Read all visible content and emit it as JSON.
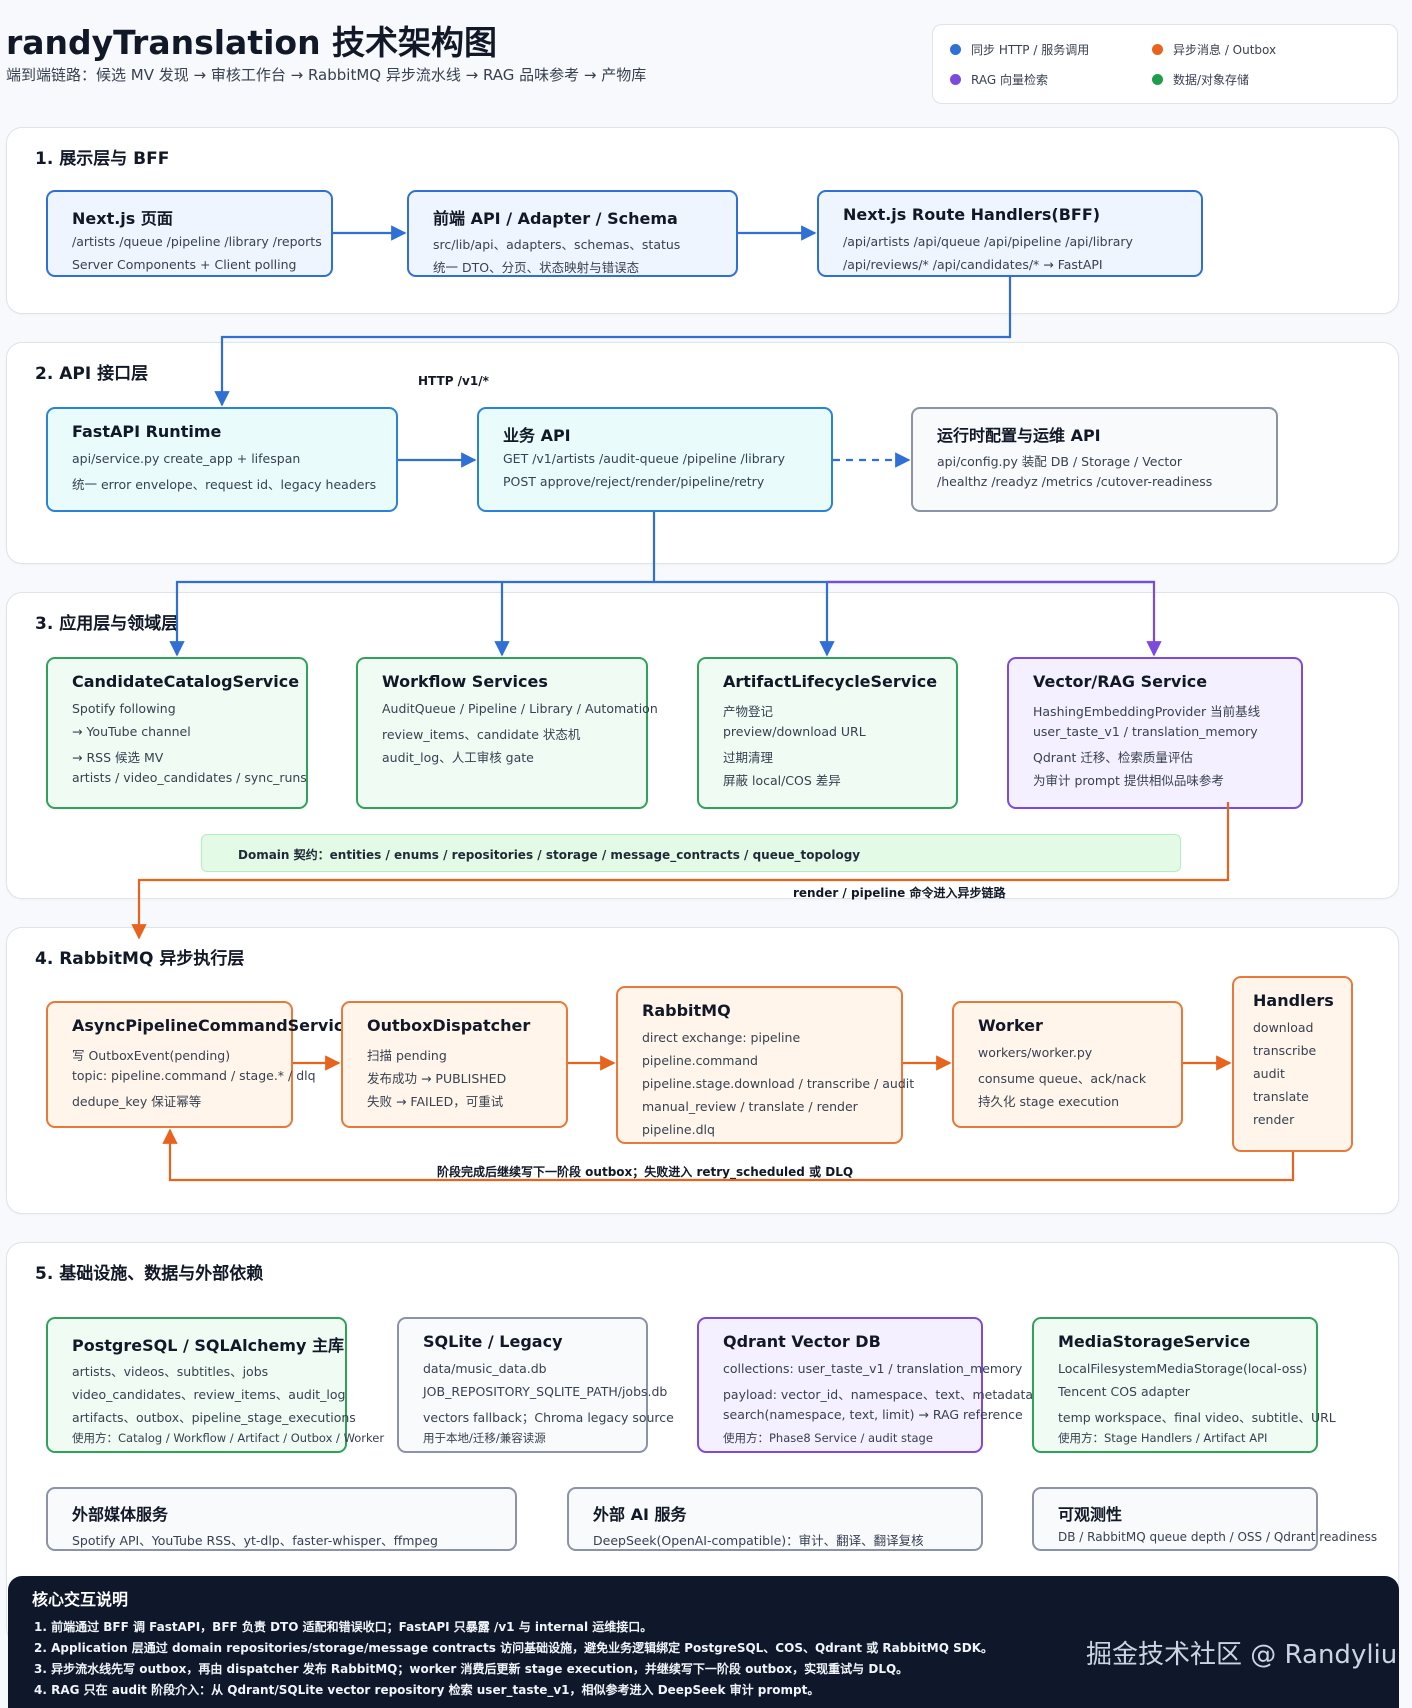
{
  "header": {
    "title": "randyTranslation 技术架构图",
    "subtitle": "端到端链路：候选 MV 发现 → 审核工作台 → RabbitMQ 异步流水线 → RAG 品味参考 → 产物库"
  },
  "legend": {
    "items": [
      {
        "label": "同步 HTTP / 服务调用",
        "color": "#2f6fd6"
      },
      {
        "label": "异步消息 / Outbox",
        "color": "#e8641e"
      },
      {
        "label": "RAG 向量检索",
        "color": "#7d4ae0"
      },
      {
        "label": "数据/对象存储",
        "color": "#1f9d4a"
      }
    ]
  },
  "sections": {
    "s1": {
      "title": "1. 展示层与 BFF",
      "nodes": [
        {
          "title": "Next.js 页面",
          "lines": [
            "/artists /queue /pipeline /library /reports",
            "Server Components + Client polling"
          ]
        },
        {
          "title": "前端 API / Adapter / Schema",
          "lines": [
            "src/lib/api、adapters、schemas、status",
            "统一 DTO、分页、状态映射与错误态"
          ]
        },
        {
          "title": "Next.js Route Handlers(BFF)",
          "lines": [
            "/api/artists /api/queue /api/pipeline /api/library",
            "/api/reviews/* /api/candidates/* → FastAPI"
          ]
        }
      ]
    },
    "s2": {
      "title": "2. API 接口层",
      "http_label": "HTTP /v1/*",
      "nodes": [
        {
          "title": "FastAPI Runtime",
          "lines": [
            "api/service.py create_app + lifespan",
            "统一 error envelope、request id、legacy headers"
          ]
        },
        {
          "title": "业务 API",
          "lines": [
            "GET /v1/artists /audit-queue /pipeline /library",
            "POST approve/reject/render/pipeline/retry"
          ]
        },
        {
          "title": "运行时配置与运维 API",
          "lines": [
            "api/config.py 装配 DB / Storage / Vector",
            "/healthz /readyz /metrics /cutover-readiness"
          ]
        }
      ]
    },
    "s3": {
      "title": "3. 应用层与领域层",
      "nodes": [
        {
          "title": "CandidateCatalogService",
          "lines": [
            "Spotify following",
            "→ YouTube channel",
            "→ RSS 候选 MV",
            "artists / video_candidates / sync_runs"
          ]
        },
        {
          "title": "Workflow Services",
          "lines": [
            "AuditQueue / Pipeline / Library / Automation",
            "review_items、candidate 状态机",
            "audit_log、人工审核 gate"
          ]
        },
        {
          "title": "ArtifactLifecycleService",
          "lines": [
            "产物登记",
            "preview/download URL",
            "过期清理",
            "屏蔽 local/COS 差异"
          ]
        },
        {
          "title": "Vector/RAG Service",
          "lines": [
            "HashingEmbeddingProvider 当前基线",
            "user_taste_v1 / translation_memory",
            "Qdrant 迁移、检索质量评估",
            "为审计 prompt 提供相似品味参考"
          ]
        }
      ],
      "domain_contract": "Domain 契约：entities / enums / repositories / storage / message_contracts / queue_topology",
      "render_label": "render / pipeline 命令进入异步链路"
    },
    "s4": {
      "title": "4. RabbitMQ 异步执行层",
      "nodes": [
        {
          "title": "AsyncPipelineCommandService",
          "lines": [
            "写 OutboxEvent(pending)",
            "topic: pipeline.command / stage.* / dlq",
            "dedupe_key 保证幂等"
          ]
        },
        {
          "title": "OutboxDispatcher",
          "lines": [
            "扫描 pending",
            "发布成功 → PUBLISHED",
            "失败 → FAILED，可重试"
          ]
        },
        {
          "title": "RabbitMQ",
          "lines": [
            "direct exchange: pipeline",
            "pipeline.command",
            "pipeline.stage.download / transcribe / audit",
            "manual_review / translate / render",
            "pipeline.dlq"
          ]
        },
        {
          "title": "Worker",
          "lines": [
            "workers/worker.py",
            "consume queue、ack/nack",
            "持久化 stage execution"
          ]
        },
        {
          "title": "Handlers",
          "lines": [
            "download",
            "transcribe",
            "audit",
            "translate",
            "render"
          ]
        }
      ],
      "loop_label": "阶段完成后继续写下一阶段 outbox；失败进入 retry_scheduled 或 DLQ"
    },
    "s5": {
      "title": "5. 基础设施、数据与外部依赖",
      "nodes": [
        {
          "title": "PostgreSQL / SQLAlchemy 主库",
          "lines": [
            "artists、videos、subtitles、jobs",
            "video_candidates、review_items、audit_log",
            "artifacts、outbox、pipeline_stage_executions",
            "使用方：Catalog / Workflow / Artifact / Outbox / Worker"
          ]
        },
        {
          "title": "SQLite / Legacy",
          "lines": [
            "data/music_data.db",
            "JOB_REPOSITORY_SQLITE_PATH/jobs.db",
            "vectors fallback；Chroma legacy source",
            "用于本地/迁移/兼容读源"
          ]
        },
        {
          "title": "Qdrant Vector DB",
          "lines": [
            "collections: user_taste_v1 / translation_memory",
            "payload: vector_id、namespace、text、metadata",
            "search(namespace, text, limit) → RAG reference",
            "使用方：Phase8 Service / audit stage"
          ]
        },
        {
          "title": "MediaStorageService",
          "lines": [
            "LocalFilesystemMediaStorage(local-oss)",
            "Tencent COS adapter",
            "temp workspace、final video、subtitle、URL",
            "使用方：Stage Handlers / Artifact API"
          ]
        },
        {
          "title": "外部媒体服务",
          "lines": [
            "Spotify API、YouTube RSS、yt-dlp、faster-whisper、ffmpeg"
          ]
        },
        {
          "title": "外部 AI 服务",
          "lines": [
            "DeepSeek(OpenAI-compatible)：审计、翻译、翻译复核"
          ]
        },
        {
          "title": "可观测性",
          "lines": [
            "DB / RabbitMQ queue depth / OSS / Qdrant readiness"
          ]
        }
      ]
    }
  },
  "notes": {
    "title": "核心交互说明",
    "items": [
      "1. 前端通过 BFF 调 FastAPI，BFF 负责 DTO 适配和错误收口；FastAPI 只暴露 /v1 与 internal 运维接口。",
      "2. Application 层通过 domain repositories/storage/message contracts 访问基础设施，避免业务逻辑绑定 PostgreSQL、COS、Qdrant 或 RabbitMQ SDK。",
      "3. 异步流水线先写 outbox，再由 dispatcher 发布 RabbitMQ；worker 消费后更新 stage execution，并继续写下一阶段 outbox，实现重试与 DLQ。",
      "4. RAG 只在 audit 阶段介入：从 Qdrant/SQLite vector repository 检索 user_taste_v1，相似参考进入 DeepSeek 审计 prompt。"
    ],
    "watermark": "掘金技术社区 @ Randyliu"
  }
}
